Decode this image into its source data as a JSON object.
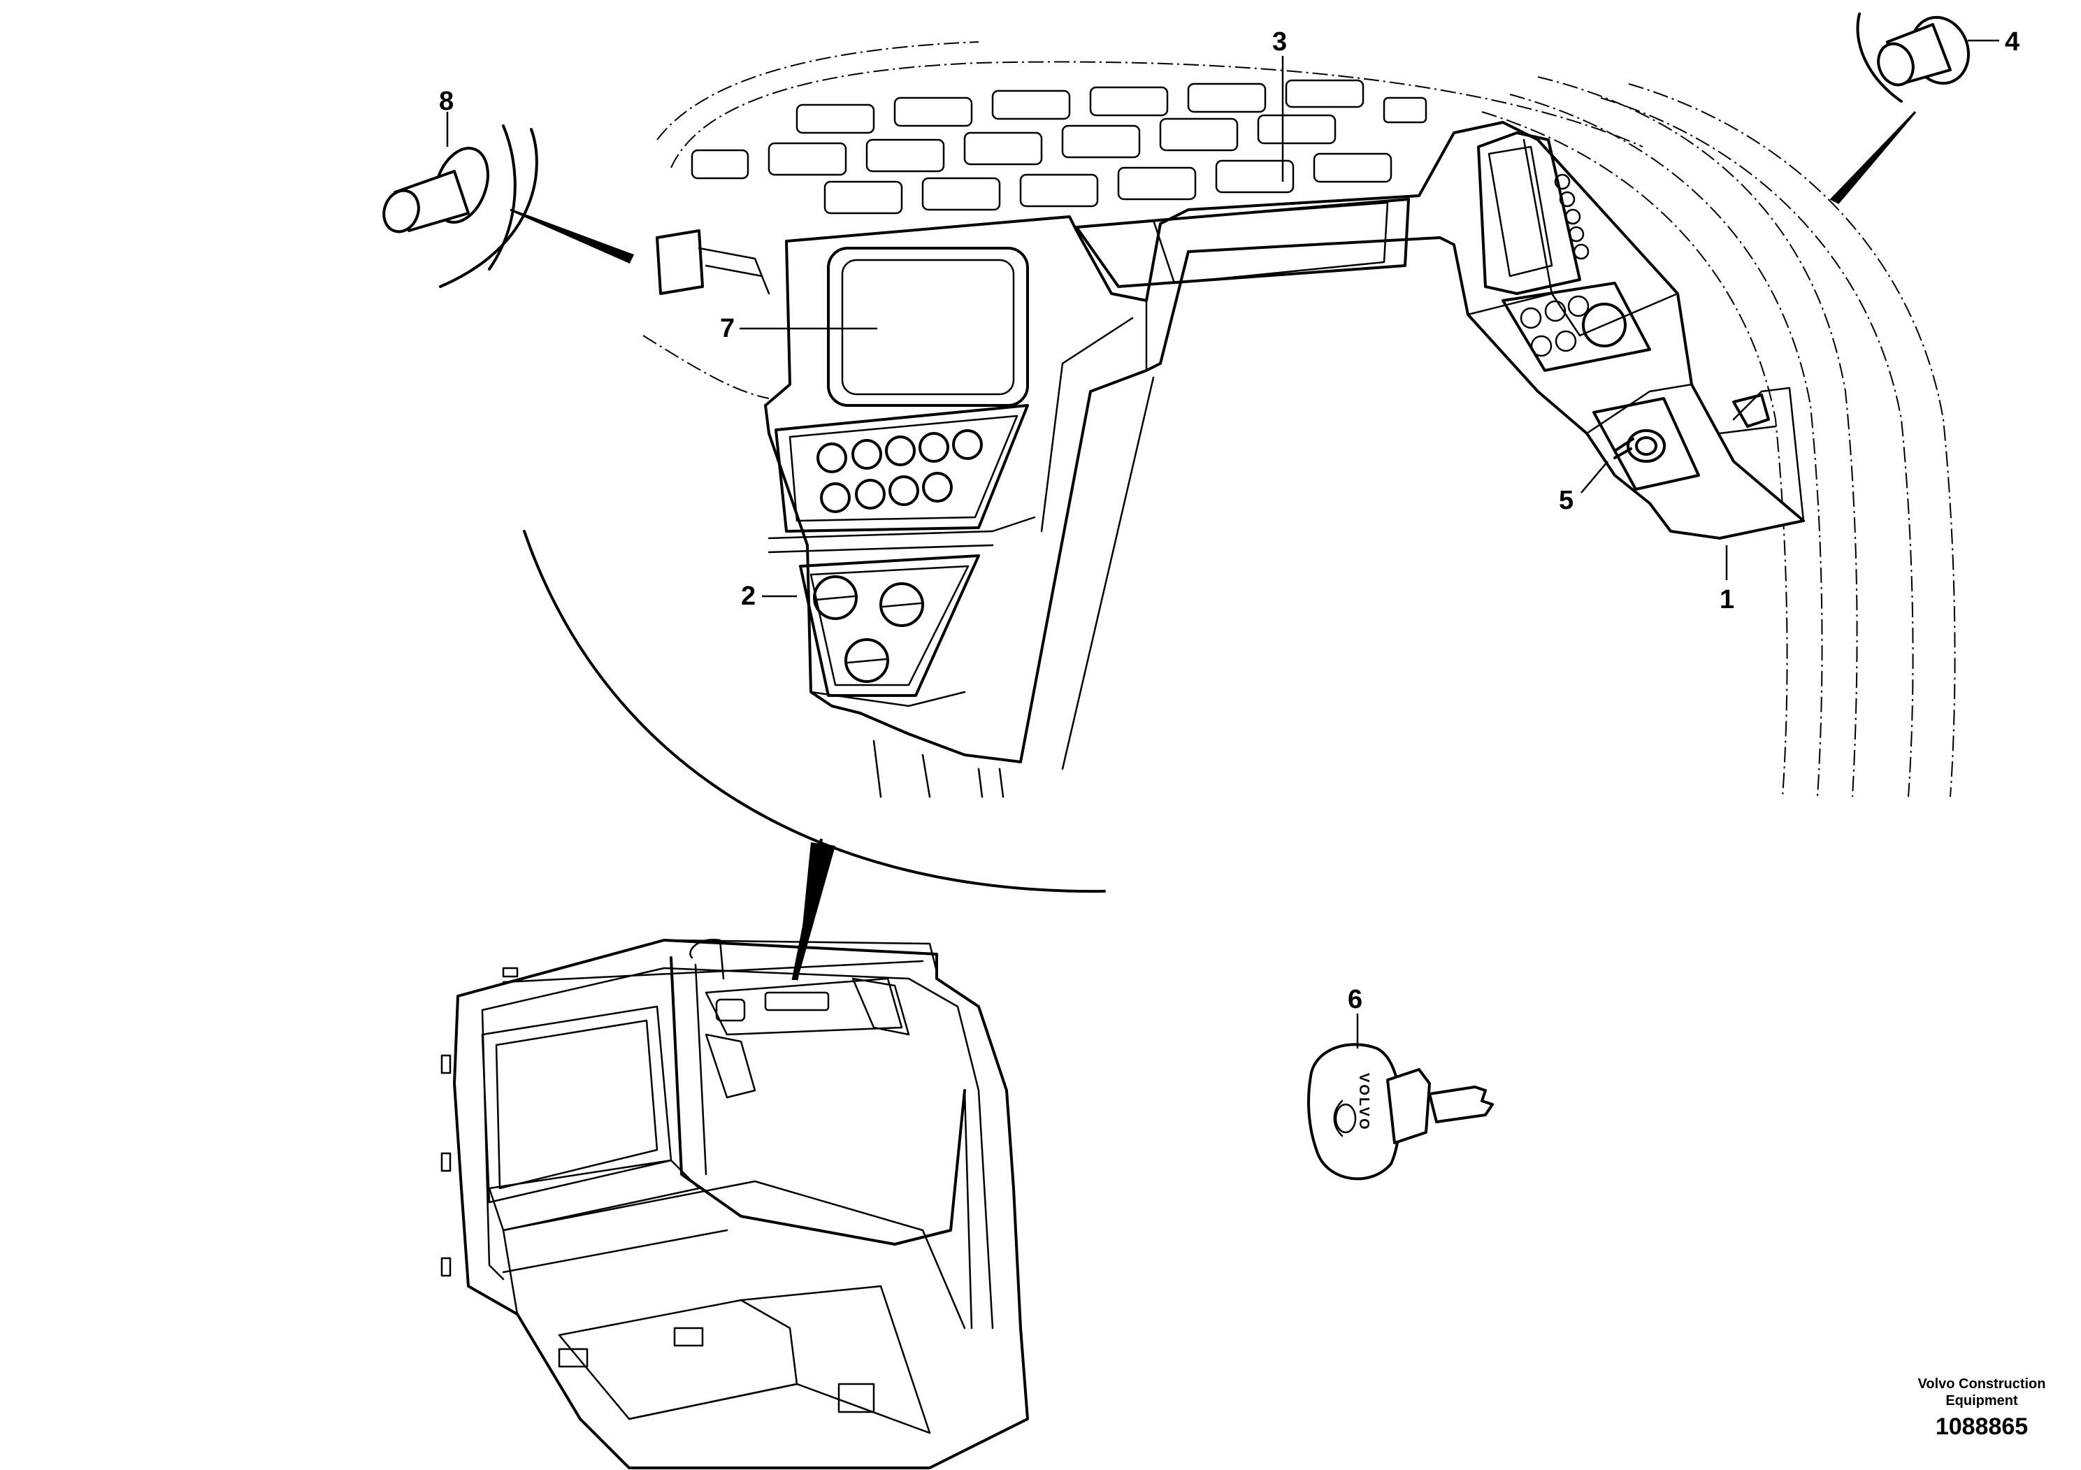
{
  "figure": {
    "callouts": [
      "1",
      "2",
      "3",
      "4",
      "5",
      "6",
      "7",
      "8"
    ],
    "credit_line1": "Volvo Construction",
    "credit_line2": "Equipment",
    "part_number": "1088865",
    "key_logo_text": "VOLVO"
  }
}
